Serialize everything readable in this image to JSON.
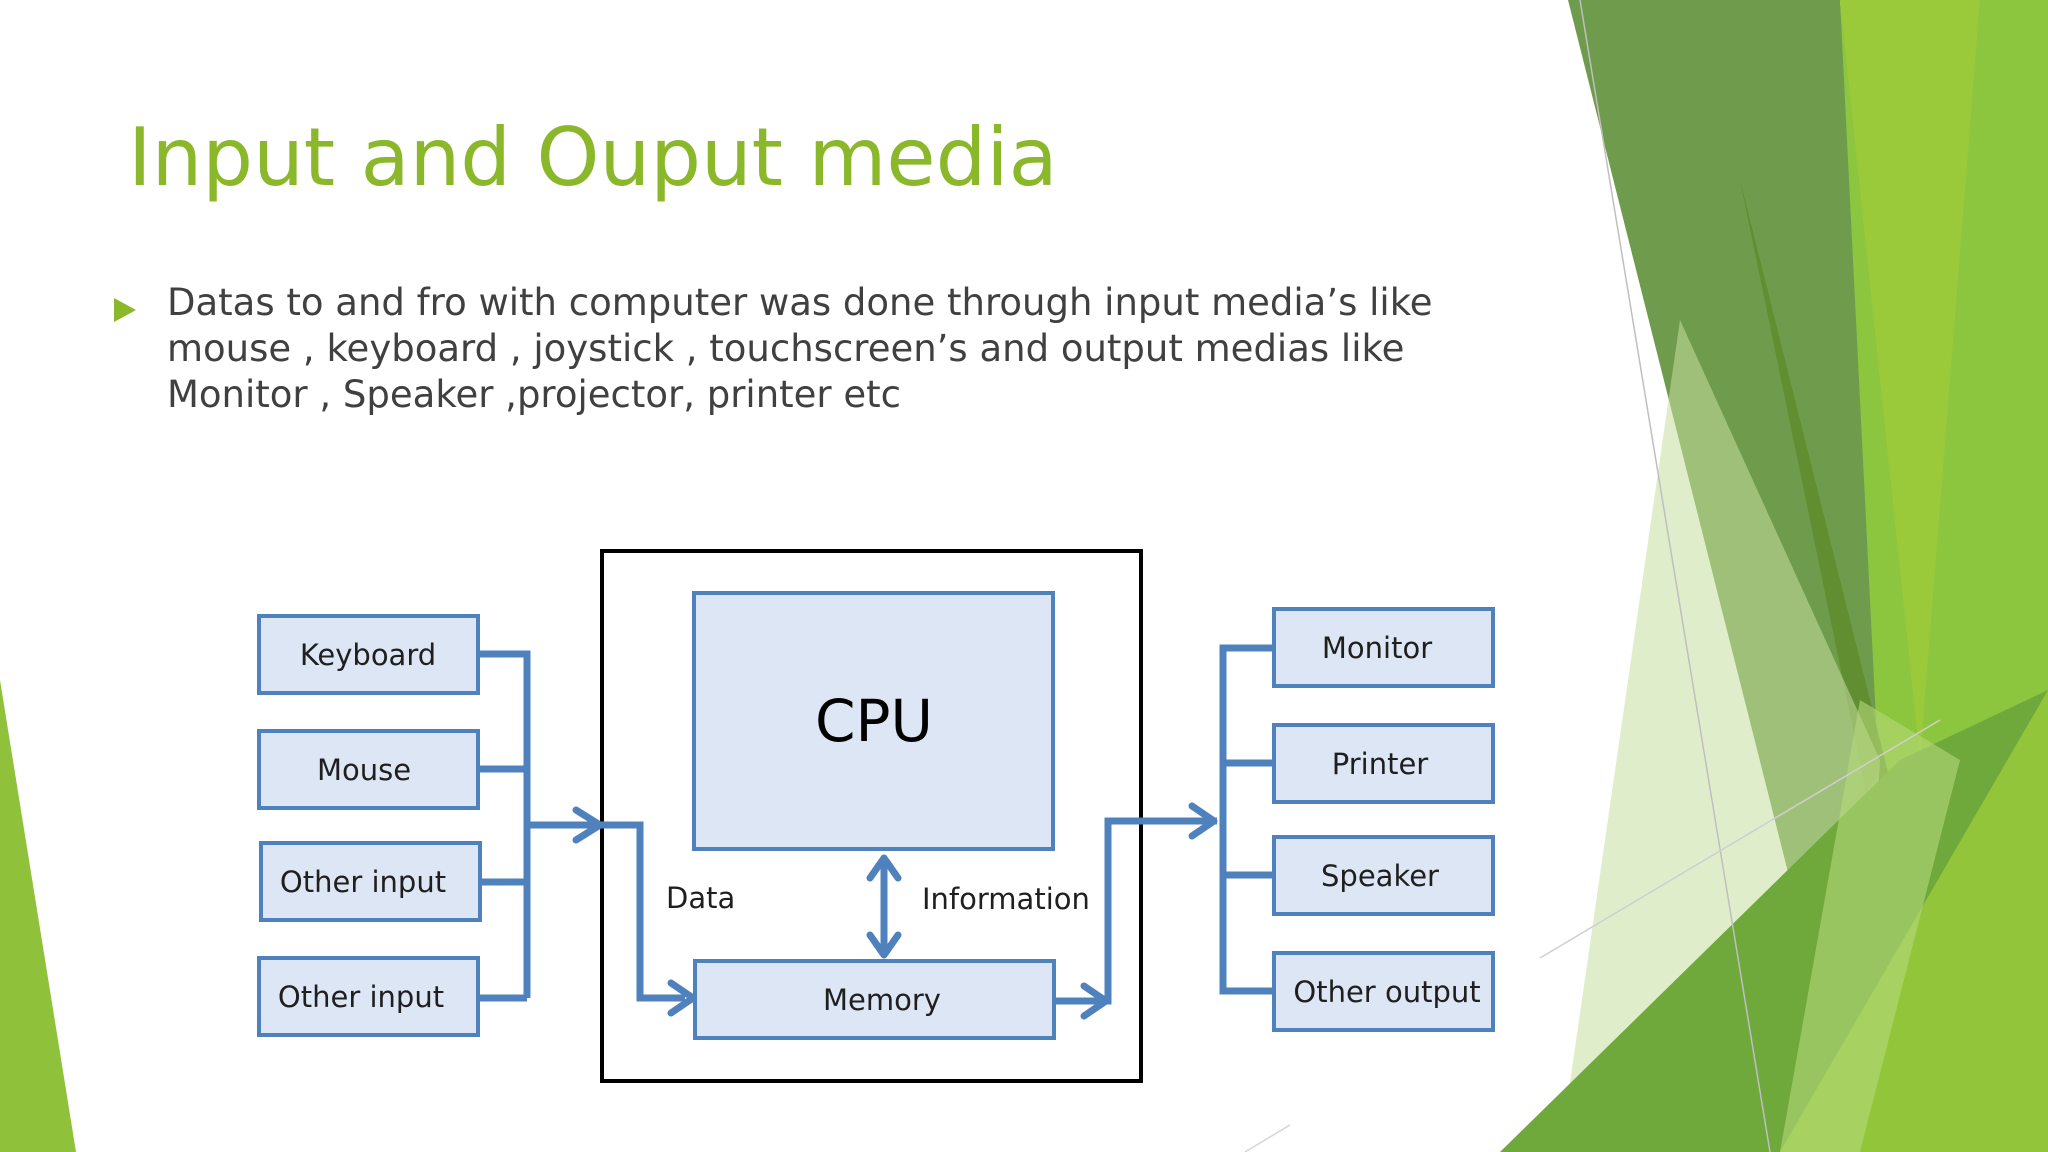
{
  "slide": {
    "title": "Input and Ouput media",
    "bullet": "Datas to and fro with computer was done through input media’s like  mouse , keyboard , joystick , touchscreen’s and output medias like Monitor , Speaker ,projector, printer etc",
    "colors": {
      "title": "#8ab82a",
      "accent_green_light": "#9bc93a",
      "accent_green_dark": "#5e8c2c",
      "diagram_blue": "#4f81bd",
      "box_fill": "#dde6f4"
    }
  },
  "diagram": {
    "inputs": [
      "Keyboard",
      "Mouse",
      "Other input",
      "Other input"
    ],
    "outputs": [
      "Monitor",
      "Printer",
      "Speaker",
      "Other output"
    ],
    "cpu": "CPU",
    "memory": "Memory",
    "edge_labels": {
      "data": "Data",
      "information": "Information"
    }
  }
}
